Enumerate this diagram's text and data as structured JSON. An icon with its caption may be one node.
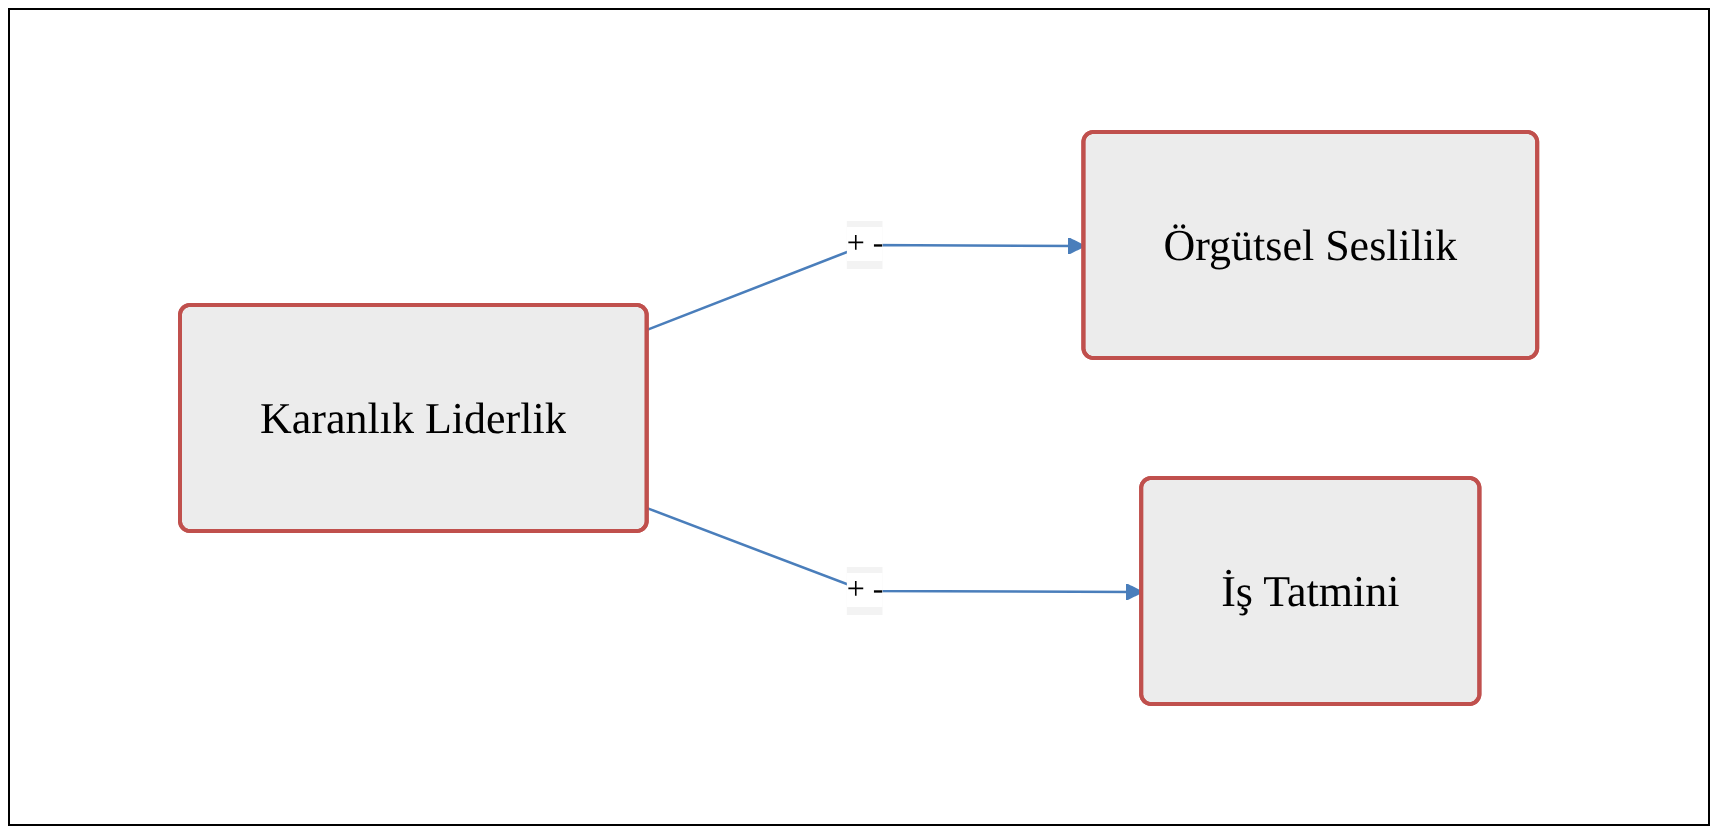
{
  "diagram": {
    "nodes": [
      {
        "text": [
          "Karanlık Liderlik"
        ]
      },
      {
        "text": [
          "Örgütsel Seslilik"
        ]
      },
      {
        "text": [
          "İş Tatmini"
        ]
      }
    ],
    "edges": [
      {
        "from": 0,
        "to": 1,
        "arrow": "to",
        "label": "+ -"
      },
      {
        "from": 0,
        "to": 2,
        "arrow": "to",
        "label": "+ -"
      }
    ]
  }
}
